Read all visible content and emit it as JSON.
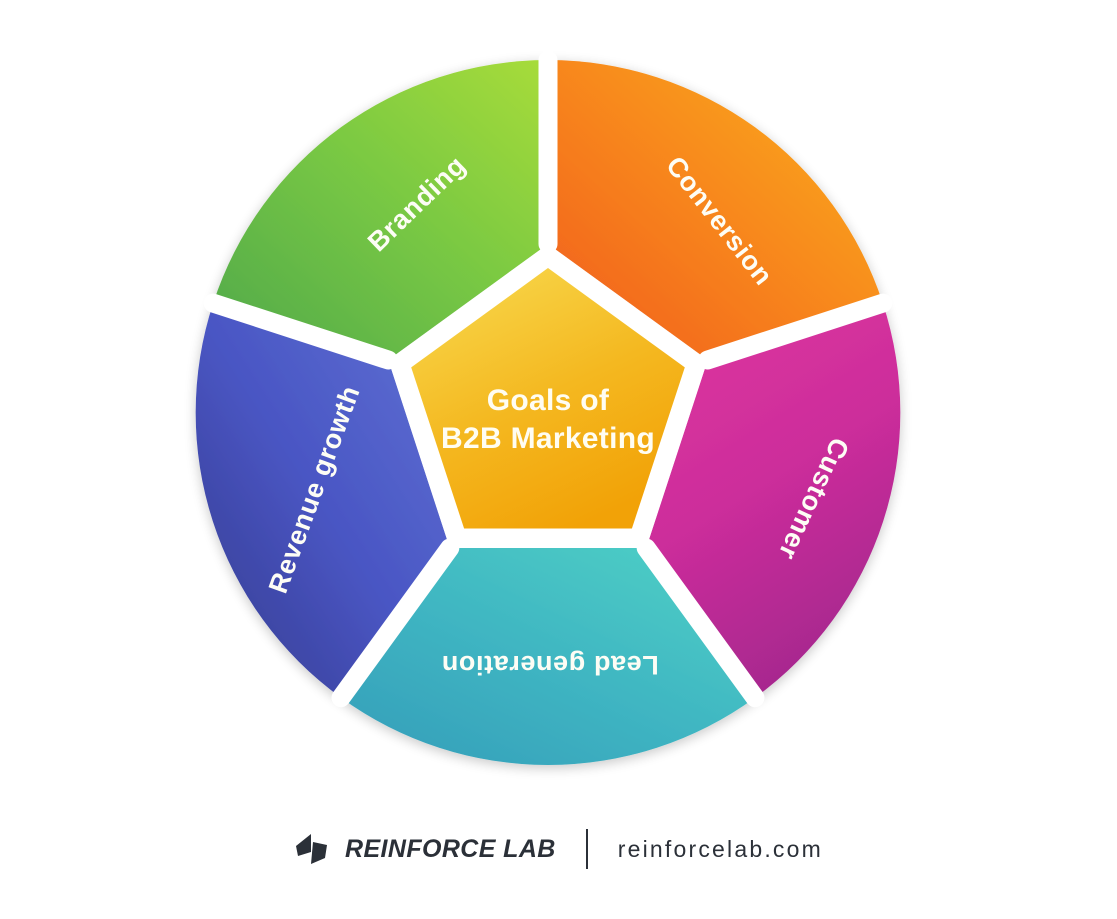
{
  "theme": {
    "background": "#ffffff",
    "gap_color": "#ffffff",
    "label_text_color": "#fdfdf5",
    "footer_text_color": "#2b3038"
  },
  "center": {
    "line1": "Goals of",
    "line2": "B2B Marketing",
    "fill_from": "#f6d24d",
    "fill_to": "#f2a207"
  },
  "chart_data": {
    "type": "pie",
    "title": "Goals of B2B Marketing",
    "layout": "pentagon-hub-with-five-radial-segments",
    "legend": "none",
    "categories": [
      "Branding",
      "Conversion",
      "Customer",
      "Lead generation",
      "Revenue growth"
    ],
    "values": [
      20,
      20,
      20,
      20,
      20
    ],
    "segments": [
      {
        "label": "Branding",
        "value": 20,
        "color": "#7ac943",
        "color_from": "#a4d93c",
        "color_to": "#4fa84a",
        "position": "top-left",
        "label_rotation_deg": -44
      },
      {
        "label": "Conversion",
        "value": 20,
        "color": "#f9a01b",
        "color_from": "#f9a91c",
        "color_to": "#f26522",
        "position": "top-right",
        "label_rotation_deg": 52
      },
      {
        "label": "Customer",
        "value": 20,
        "color": "#d9319e",
        "color_from": "#e0369f",
        "color_to": "#b52a96",
        "position": "right",
        "label_rotation_deg": 115
      },
      {
        "label": "Lead generation",
        "value": 20,
        "color": "#3ebac4",
        "color_from": "#4ecdc4",
        "color_to": "#35a6bd",
        "position": "bottom",
        "label_rotation_deg": 180
      },
      {
        "label": "Revenue growth",
        "value": 20,
        "color": "#4a56c4",
        "color_from": "#5b6ed0",
        "color_to": "#3c3f93",
        "position": "left",
        "label_rotation_deg": -70
      }
    ]
  },
  "footer": {
    "brand_name": "REINFORCE LAB",
    "site_url": "reinforcelab.com",
    "logo_icon": "reinforce-lab-mark-icon",
    "divider": "vertical-divider"
  }
}
